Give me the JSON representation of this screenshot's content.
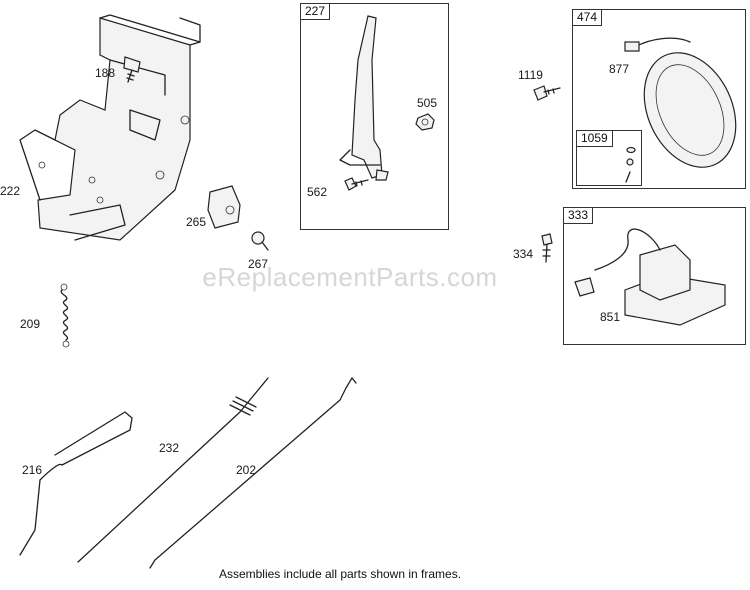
{
  "watermark": "eReplacementParts.com",
  "footer_note": "Assemblies include all parts shown in frames.",
  "frames": {
    "f227": "227",
    "f474": "474",
    "f1059": "1059",
    "f333": "333"
  },
  "labels": {
    "p188": "188",
    "p222": "222",
    "p265": "265",
    "p267": "267",
    "p209": "209",
    "p562": "562",
    "p505": "505",
    "p1119": "1119",
    "p877": "877",
    "p334": "334",
    "p851": "851",
    "p216": "216",
    "p232": "232",
    "p202": "202"
  }
}
